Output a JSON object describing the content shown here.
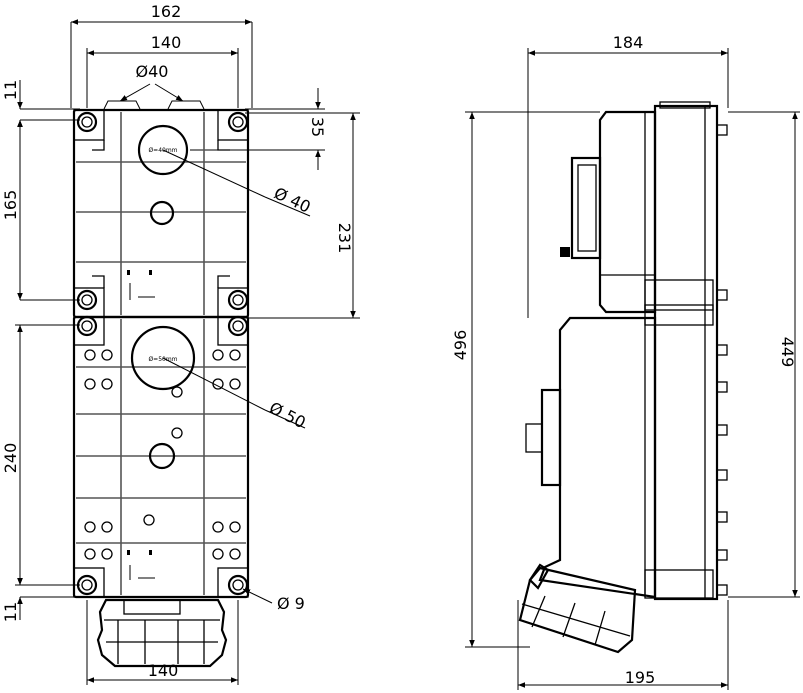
{
  "front_view": {
    "dims": {
      "overall_width": "162",
      "hole_spacing_top": "140",
      "gland_diameter_top": "Ø40",
      "top_margin": "11",
      "gland_offset": "35",
      "upper_hole_spacing": "165",
      "upper_module_height": "231",
      "knockout_upper": "Ø 40",
      "knockout_lower": "Ø 50",
      "lower_hole_spacing": "240",
      "mounting_hole": "Ø 9",
      "bottom_margin": "11",
      "hole_spacing_bottom": "140"
    },
    "knockout_labels": {
      "upper": "Ø=40mm",
      "lower": "Ø=50mm"
    }
  },
  "side_view": {
    "dims": {
      "depth": "184",
      "overall_height": "496",
      "body_height": "449",
      "overall_depth": "195"
    }
  }
}
